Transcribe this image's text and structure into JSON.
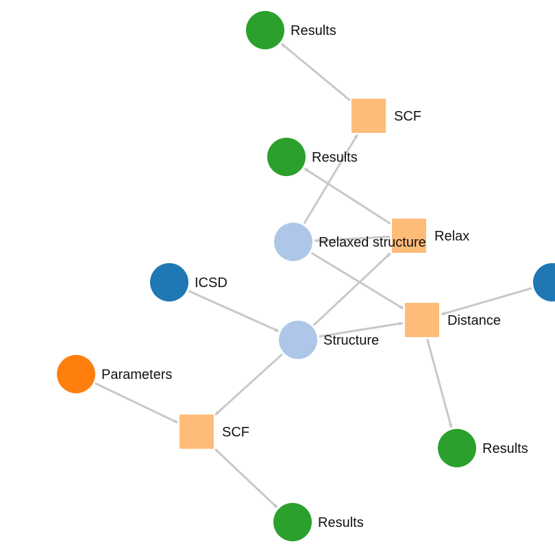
{
  "colors": {
    "edge": "#c8c8c8",
    "data_node": "#aec7e8",
    "code_node": "#1f77b4",
    "parameter_node": "#ff7f0e",
    "result_node": "#2ca02c",
    "calculation_node": "#ffbb78"
  },
  "nodes": [
    {
      "id": "results_top",
      "label": "Results",
      "shape": "circle",
      "kind": "result_node"
    },
    {
      "id": "scf_top",
      "label": "SCF",
      "shape": "square",
      "kind": "calculation_node"
    },
    {
      "id": "results_mid",
      "label": "Results",
      "shape": "circle",
      "kind": "result_node"
    },
    {
      "id": "relaxed",
      "label": "Relaxed structure",
      "shape": "circle",
      "kind": "data_node"
    },
    {
      "id": "relax",
      "label": "Relax",
      "shape": "square",
      "kind": "calculation_node"
    },
    {
      "id": "icsd",
      "label": "ICSD",
      "shape": "circle",
      "kind": "code_node"
    },
    {
      "id": "code_right",
      "label": "",
      "shape": "circle",
      "kind": "code_node"
    },
    {
      "id": "structure",
      "label": "Structure",
      "shape": "circle",
      "kind": "data_node"
    },
    {
      "id": "distance",
      "label": "Distance",
      "shape": "square",
      "kind": "calculation_node"
    },
    {
      "id": "parameters",
      "label": "Parameters",
      "shape": "circle",
      "kind": "parameter_node"
    },
    {
      "id": "scf_bottom",
      "label": "SCF",
      "shape": "square",
      "kind": "calculation_node"
    },
    {
      "id": "results_right",
      "label": "Results",
      "shape": "circle",
      "kind": "result_node"
    },
    {
      "id": "results_bottom",
      "label": "Results",
      "shape": "circle",
      "kind": "result_node"
    }
  ],
  "edges": [
    {
      "from": "scf_top",
      "to": "results_top"
    },
    {
      "from": "relaxed",
      "to": "scf_top"
    },
    {
      "from": "relax",
      "to": "results_mid"
    },
    {
      "from": "relax",
      "to": "relaxed"
    },
    {
      "from": "structure",
      "to": "relax"
    },
    {
      "from": "relaxed",
      "to": "distance"
    },
    {
      "from": "icsd",
      "to": "structure"
    },
    {
      "from": "structure",
      "to": "distance"
    },
    {
      "from": "code_right",
      "to": "distance"
    },
    {
      "from": "distance",
      "to": "results_right"
    },
    {
      "from": "structure",
      "to": "scf_bottom"
    },
    {
      "from": "parameters",
      "to": "scf_bottom"
    },
    {
      "from": "scf_bottom",
      "to": "results_bottom"
    }
  ]
}
